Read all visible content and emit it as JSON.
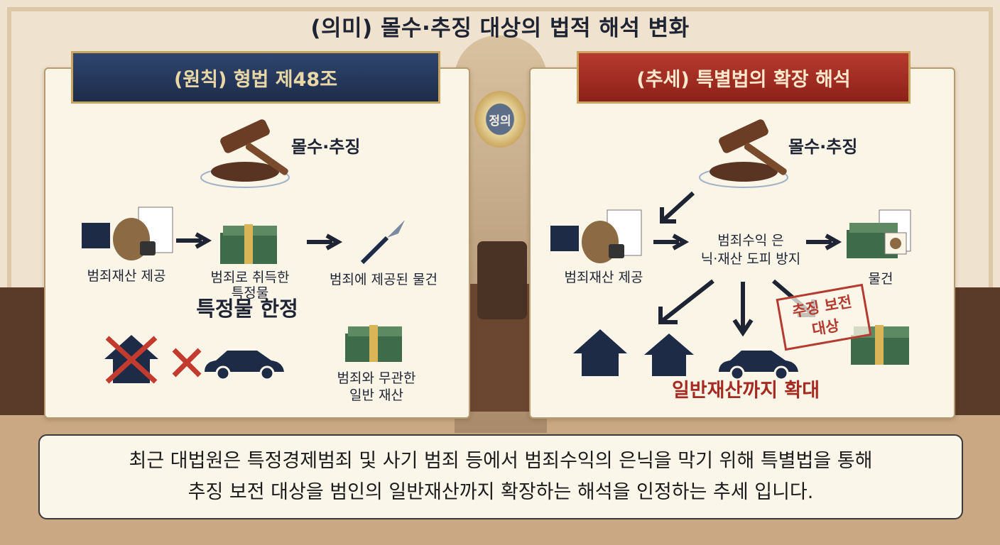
{
  "title": "(의미) 몰수·추징 대상의 법적 해석 변화",
  "emblem": {
    "text": "정의"
  },
  "left_panel": {
    "banner": "(원칙) 형법 제48조",
    "gavel_label": "몰수·추징",
    "step1": "범죄재산 제공",
    "step2_line1": "범죄로 취득한",
    "step2_line2": "특정물",
    "step3": "범죄에 제공된 물건",
    "limit_label": "특정물 한정",
    "unrelated_line1": "범죄와 무관한",
    "unrelated_line2": "일반 재산"
  },
  "right_panel": {
    "banner": "(추세) 특별법의 확장 해석",
    "gavel_label": "몰수·추징",
    "step1": "범죄재산 제공",
    "center_line1": "범죄수익 은",
    "center_line2": "닉·재산 도피 방지",
    "item_label": "물건",
    "stamp_line1": "추징 보전",
    "stamp_line2": "대상",
    "expand_label": "일반재산까지 확대"
  },
  "caption": {
    "line1": "최근 대법원은 특정경제범죄 및 사기 범죄 등에서 범죄수익의 은닉을 막기 위해 특별법을 통해",
    "line2": "추징 보전 대상을 범인의 일반재산까지 확장하는 해석을 인정하는  추세 입니다."
  },
  "colors": {
    "navy": "#1e2b47",
    "red": "#a42a22",
    "money": "#3e6b4a",
    "parchment": "#fbf5e8"
  }
}
